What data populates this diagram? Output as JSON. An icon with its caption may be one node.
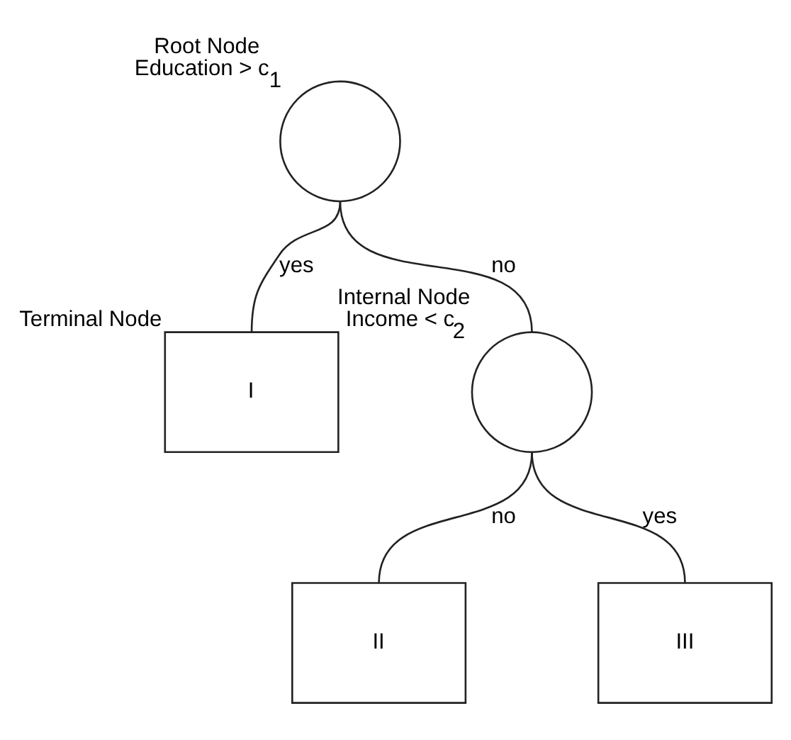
{
  "diagram": {
    "nodes": [
      {
        "text": [
          "Root Node"
        ],
        "beside": [
          "Education > c$_{1}$"
        ]
      },
      {
        "text": [
          "Terminal Node",
          "I"
        ]
      },
      {
        "text": [
          "Internal Node"
        ],
        "beside": [
          "Income < c$_{2}$"
        ]
      },
      {
        "text": [
          "II"
        ]
      },
      {
        "text": [
          "III"
        ]
      }
    ],
    "edges": [
      {
        "from": 0,
        "to": 1,
        "arrow": "none",
        "label": "yes"
      },
      {
        "from": 0,
        "to": 2,
        "arrow": "none",
        "label": "no"
      },
      {
        "from": 2,
        "to": 3,
        "arrow": "none",
        "label": "no"
      },
      {
        "from": 2,
        "to": 4,
        "arrow": "none",
        "label": "yes"
      }
    ]
  }
}
